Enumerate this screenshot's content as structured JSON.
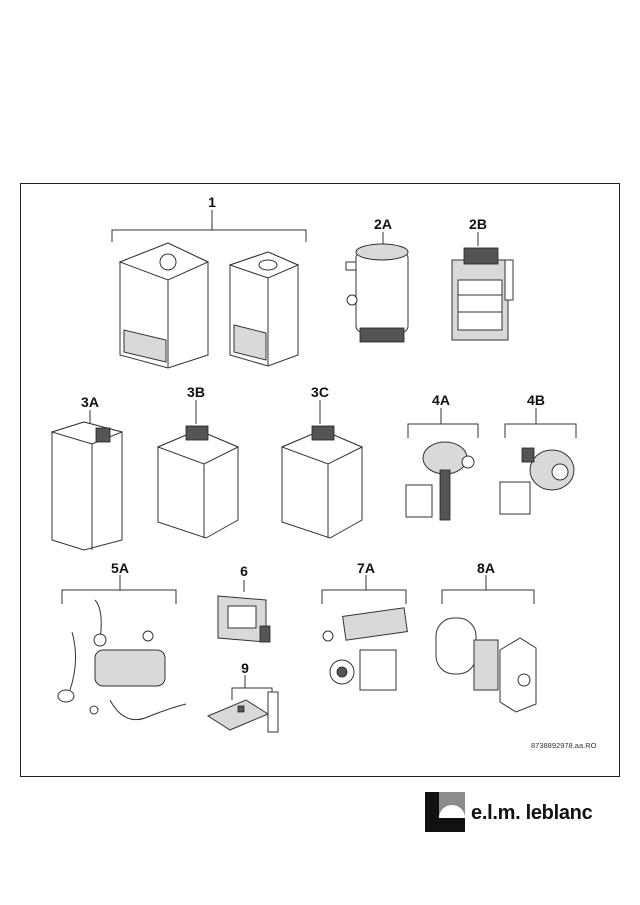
{
  "labels": {
    "l1": "1",
    "l2a": "2A",
    "l2b": "2B",
    "l3a": "3A",
    "l3b": "3B",
    "l3c": "3C",
    "l4a": "4A",
    "l4b": "4B",
    "l5a": "5A",
    "l6": "6",
    "l7a": "7A",
    "l8a": "8A",
    "l9": "9"
  },
  "reference_code": "8738892978.aa.RO",
  "brand": {
    "name": "e.l.m. leblanc"
  }
}
